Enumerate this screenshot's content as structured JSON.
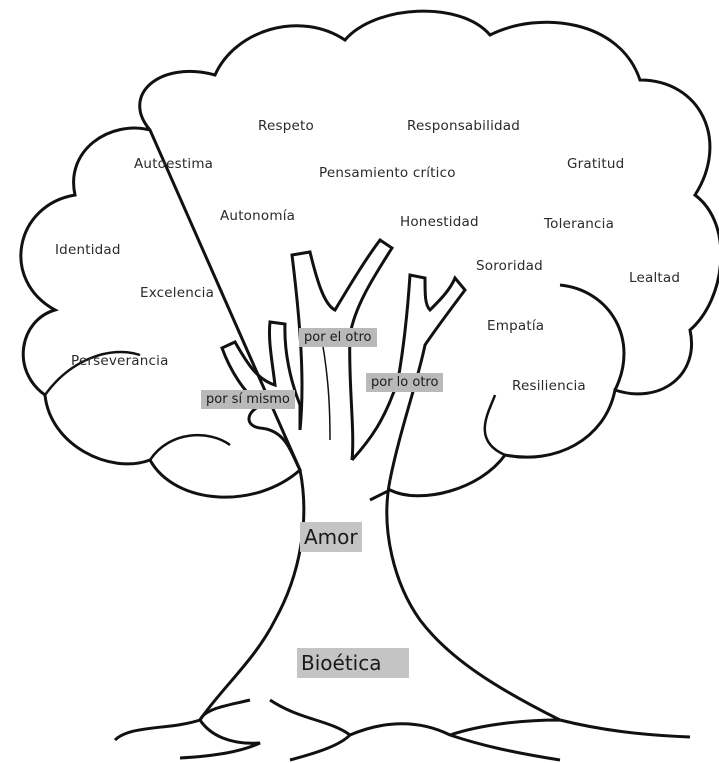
{
  "values_words": [
    "Respeto",
    "Responsabilidad",
    "Autoestima",
    "Pensamiento crítico",
    "Gratitud",
    "Autonomía",
    "Honestidad",
    "Tolerancia",
    "Identidad",
    "Sororidad",
    "Lealtad",
    "Excelencia",
    "Empatía",
    "Perseverancia",
    "Resiliencia"
  ],
  "branches": {
    "self": "por sí mismo",
    "other_person": "por el otro",
    "other_thing": "por lo otro"
  },
  "trunk_label": "Amor",
  "roots_label": "Bioética",
  "colors": {
    "outline": "#111111",
    "label_bg": "#b9b9b9",
    "text": "#2a2a2a"
  }
}
